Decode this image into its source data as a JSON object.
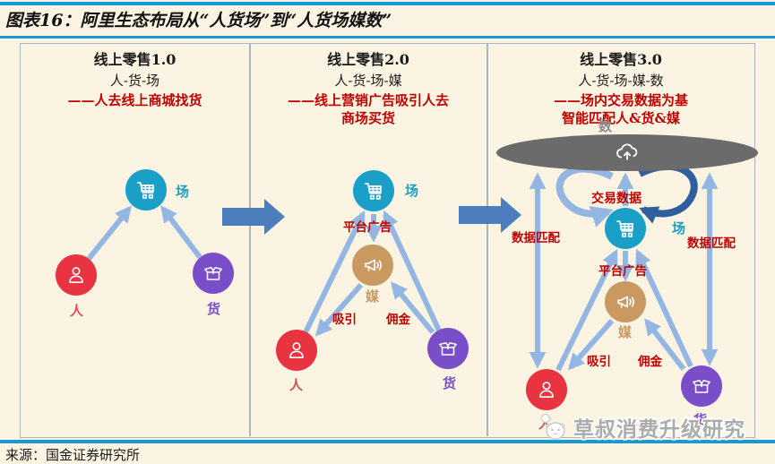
{
  "title": "图表16：阿里生态布局从“人货场”到“人货场媒数”",
  "source": "来源：国金证券研究所",
  "watermark": "草叔消费升级研究",
  "colors": {
    "accent_blue_line": "#1899D5",
    "market_teal": "#1A9FC9",
    "person_red": "#E73440",
    "goods_purple": "#7A4EC8",
    "media_tan": "#C9995F",
    "data_gray": "#6B6B6B",
    "arrow_light_blue": "#94B6E2",
    "arrow_dark_blue": "#2F5F9E",
    "big_arrow_blue": "#4C7EBB",
    "desc_red": "#C00000"
  },
  "icons": {
    "market": "shopping-cart-icon",
    "person": "user-icon",
    "goods": "open-box-icon",
    "media": "megaphone-icon",
    "data_cloud": "cloud-upload-icon",
    "watermark": "panda-face-icon",
    "between_panels": "right-block-arrow"
  },
  "panels": [
    {
      "title": "线上零售1.0",
      "subtitle": "人-货-场",
      "desc1": "——人去线上商城找货",
      "desc2": "",
      "nodes": {
        "market": "场",
        "person": "人",
        "goods": "货"
      }
    },
    {
      "title": "线上零售2.0",
      "subtitle": "人-货-场-媒",
      "desc1": "——线上营销广告吸引人去",
      "desc2": "商场买货",
      "nodes": {
        "market": "场",
        "person": "人",
        "goods": "货",
        "media": "媒"
      },
      "labels": {
        "platform_ad": "平台广告",
        "attract": "吸引",
        "commission": "佣金"
      }
    },
    {
      "title": "线上零售3.0",
      "subtitle": "人-货-场-媒-数",
      "desc1": "——场内交易数据为基",
      "desc2": "智能匹配人&货&媒",
      "nodes": {
        "market": "场",
        "person": "人",
        "goods": "货",
        "media": "媒",
        "data": "数"
      },
      "labels": {
        "platform_ad": "平台广告",
        "attract": "吸引",
        "commission": "佣金",
        "transaction_data": "交易数据",
        "data_match_left": "数据匹配",
        "data_match_right": "数据匹配"
      }
    }
  ]
}
